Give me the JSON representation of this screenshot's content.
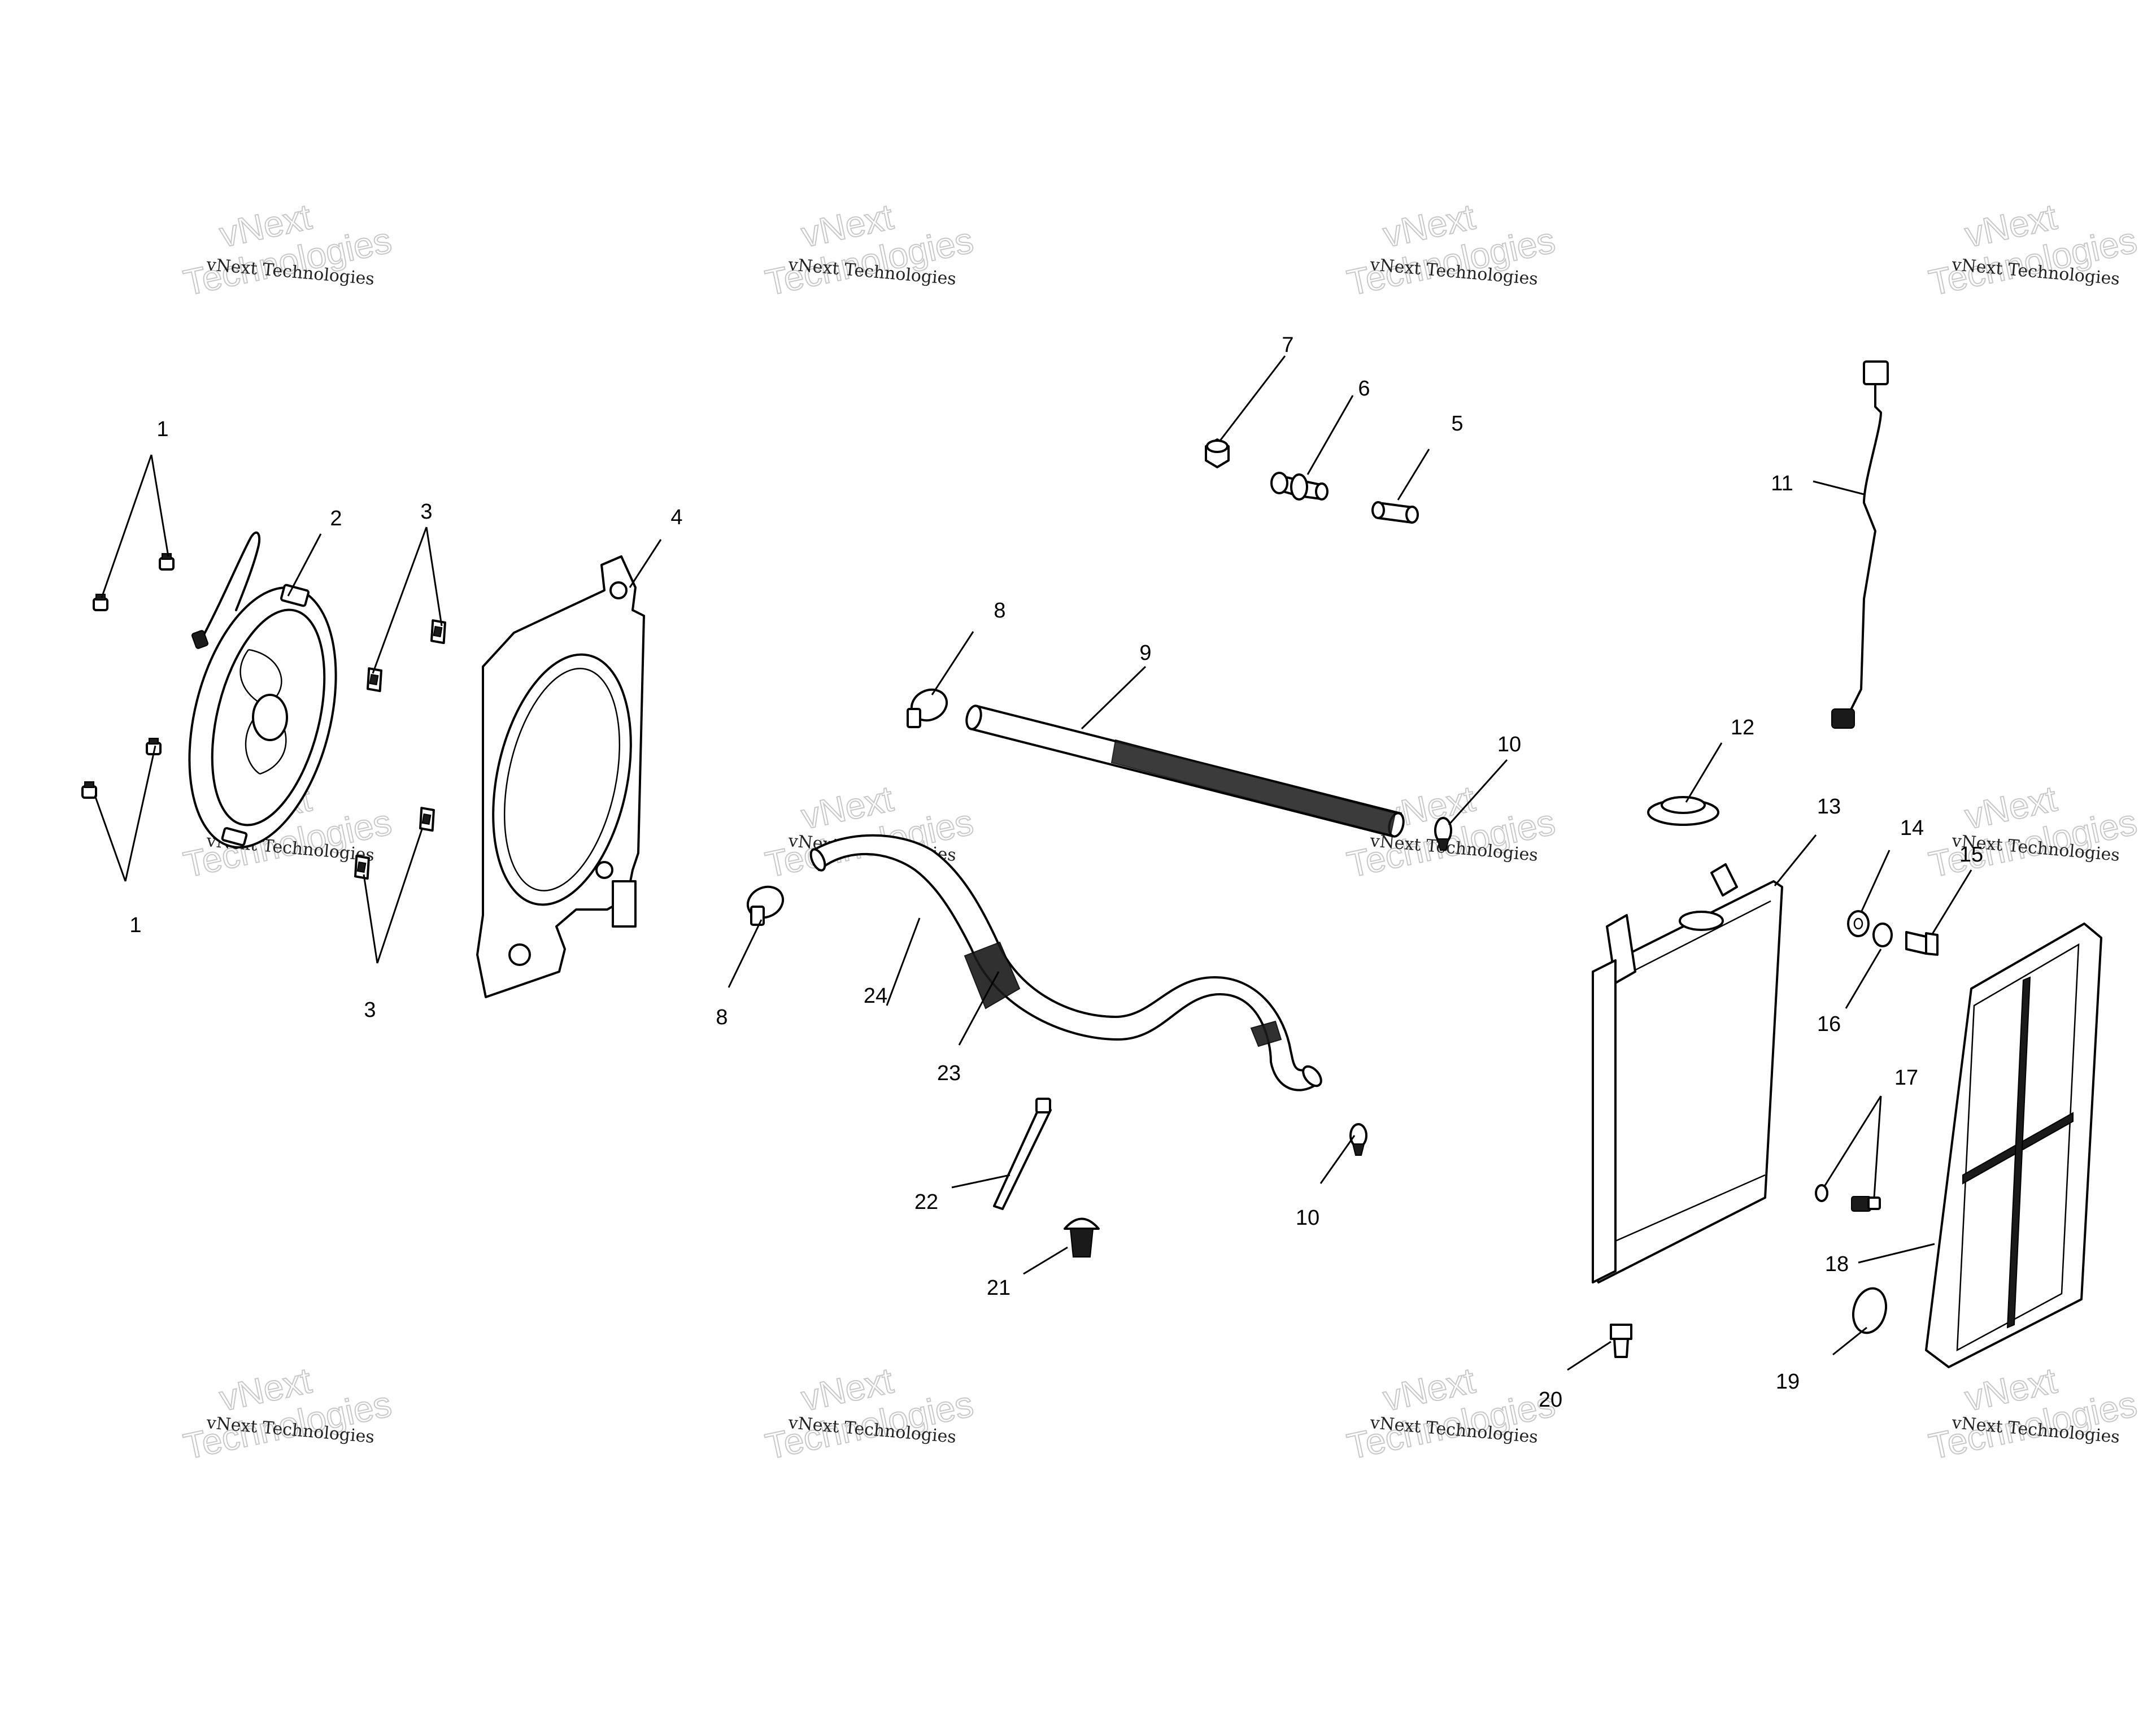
{
  "callouts": {
    "c1a": "1",
    "c1b": "1",
    "c2": "2",
    "c3a": "3",
    "c3b": "3",
    "c4": "4",
    "c5": "5",
    "c6": "6",
    "c7": "7",
    "c8a": "8",
    "c8b": "8",
    "c9": "9",
    "c10a": "10",
    "c10b": "10",
    "c11": "11",
    "c12": "12",
    "c13": "13",
    "c14": "14",
    "c15": "15",
    "c16": "16",
    "c17": "17",
    "c18": "18",
    "c19": "19",
    "c20": "20",
    "c21": "21",
    "c22": "22",
    "c23": "23",
    "c24": "24"
  },
  "watermark": {
    "line1": "vNext Technologies",
    "big_top": "vNext",
    "big_bottom": "Technologies"
  }
}
